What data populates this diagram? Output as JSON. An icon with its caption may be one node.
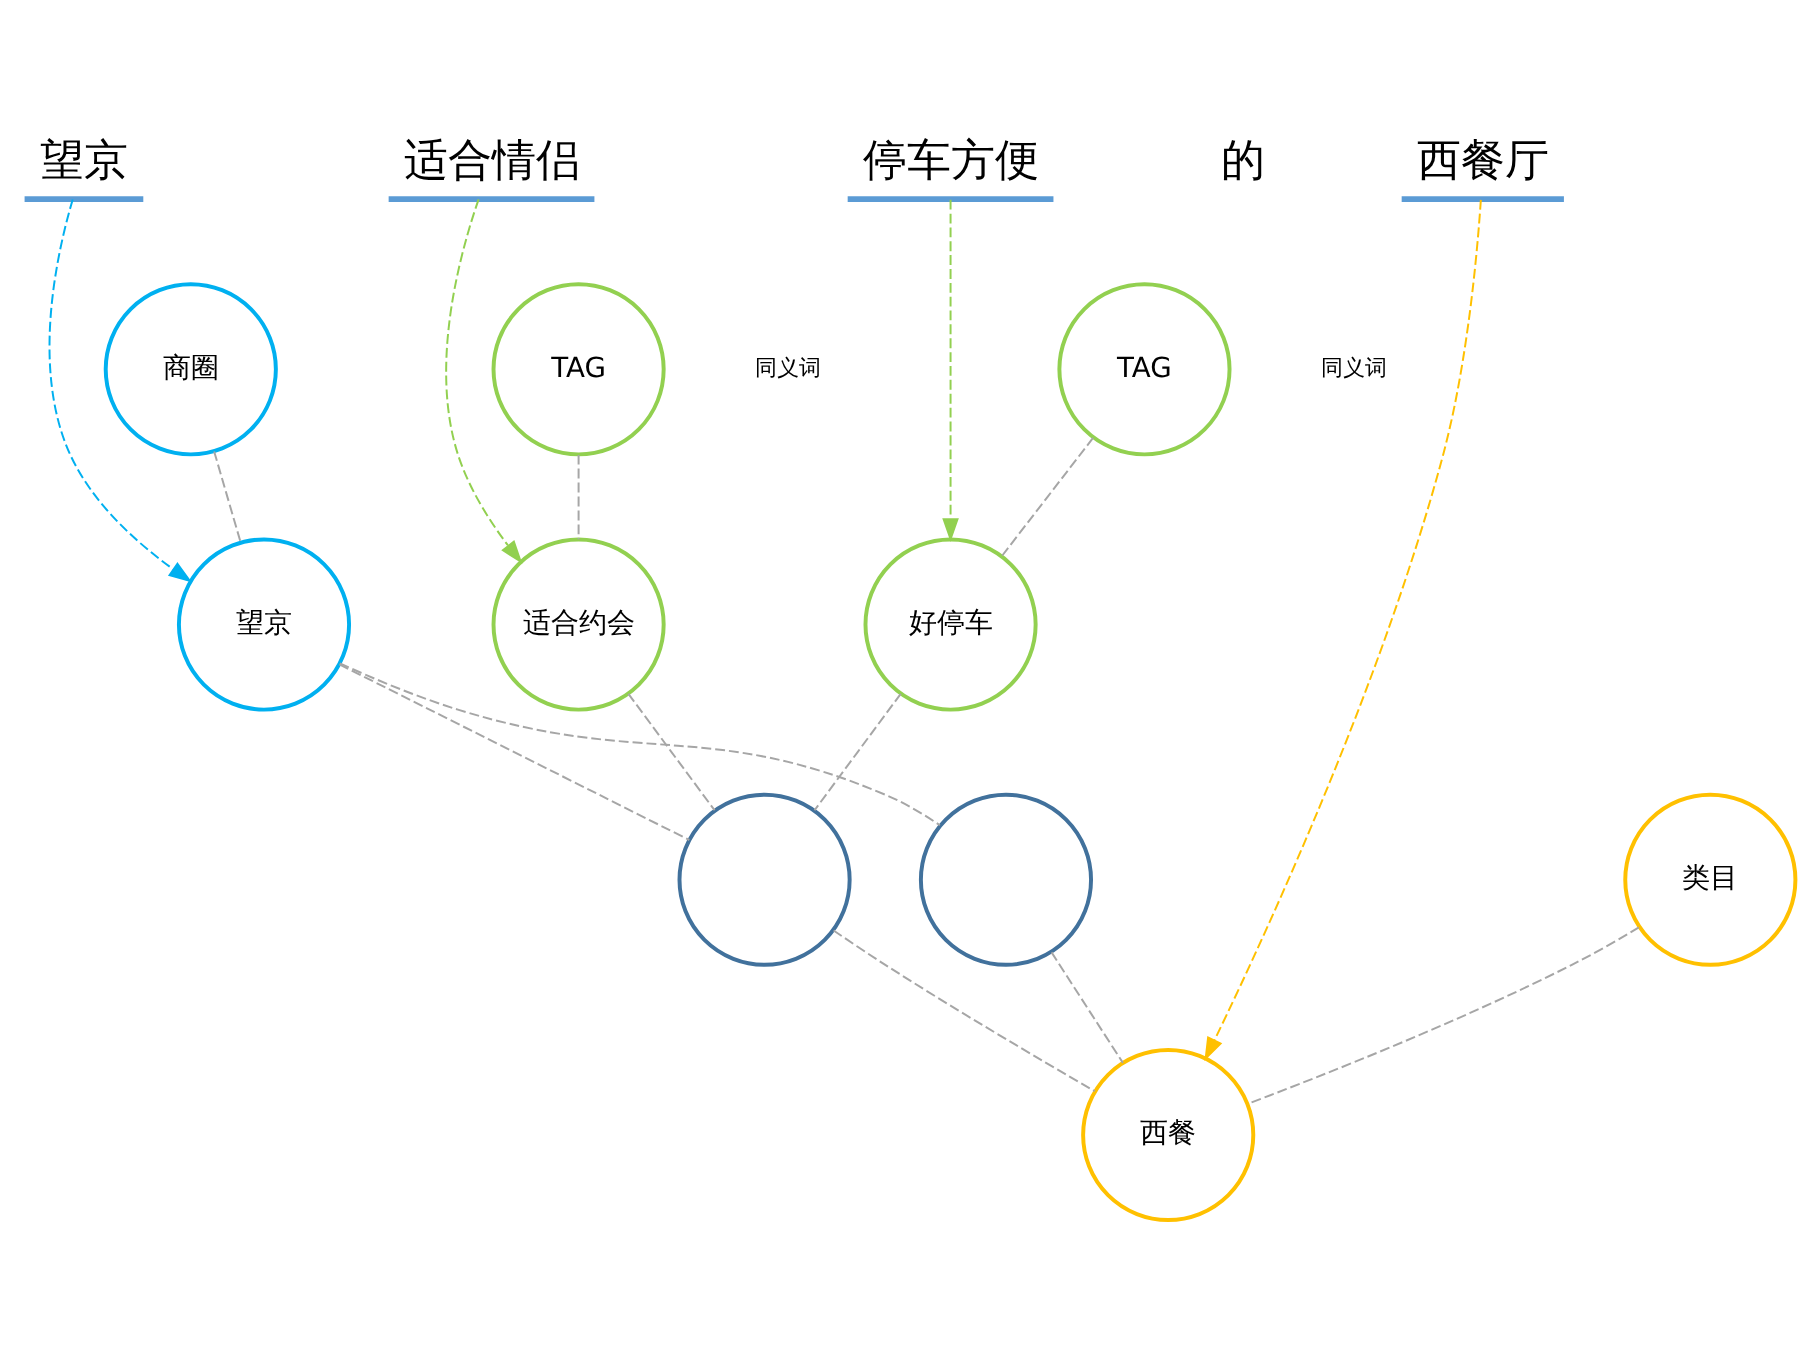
{
  "diagram": {
    "nodes": [
      {
        "text": [
          "望京"
        ]
      },
      {
        "text": [
          "适合情侣"
        ]
      },
      {
        "text": [
          "停车方便"
        ]
      },
      {
        "text": [
          "西餐厅"
        ]
      },
      {
        "text": [
          "TAG"
        ]
      },
      {
        "text": [
          "TAG"
        ]
      },
      {
        "text": [
          "适合约会"
        ]
      },
      {
        "text": [
          "好停车"
        ]
      },
      {
        "text": [
          "类目"
        ]
      },
      {
        "text": [
          "商圈"
        ]
      },
      {
        "text": [
          "西餐"
        ]
      },
      {
        "text": [],
        "shape": "circle"
      },
      {
        "text": [
          "望京"
        ]
      },
      {
        "text": [],
        "shape": "circle"
      }
    ],
    "edges": [
      {
        "from": 0,
        "to": 12,
        "arrow": "to",
        "style": "dashed",
        "color": "#00b0f0"
      },
      {
        "from": 1,
        "to": 6,
        "arrow": "to",
        "style": "dashed",
        "color": "#92d050"
      },
      {
        "from": 2,
        "to": 7,
        "arrow": "to",
        "style": "dashed",
        "color": "#92d050"
      },
      {
        "from": 3,
        "to": 10,
        "arrow": "to",
        "style": "dashed",
        "color": "#ffc000"
      },
      {
        "from": 4,
        "to": 6,
        "arrow": "none",
        "style": "dashed"
      },
      {
        "from": 5,
        "to": 7,
        "arrow": "none",
        "style": "dashed"
      },
      {
        "from": 8,
        "to": 10,
        "arrow": "none",
        "style": "dashed"
      },
      {
        "from": 9,
        "to": 12,
        "arrow": "none",
        "style": "dashed"
      },
      {
        "from": 6,
        "to": 11,
        "arrow": "none",
        "style": "dashed"
      },
      {
        "from": 7,
        "to": 11,
        "arrow": "none",
        "style": "dashed"
      },
      {
        "from": 12,
        "to": 11,
        "arrow": "none",
        "style": "dashed"
      },
      {
        "from": 11,
        "to": 10,
        "arrow": "none",
        "style": "dashed"
      },
      {
        "from": 12,
        "to": 13,
        "arrow": "none",
        "style": "dashed"
      },
      {
        "from": 13,
        "to": 10,
        "arrow": "none",
        "style": "dashed"
      }
    ],
    "labels": [
      "的",
      "同义词",
      "同义词"
    ]
  }
}
